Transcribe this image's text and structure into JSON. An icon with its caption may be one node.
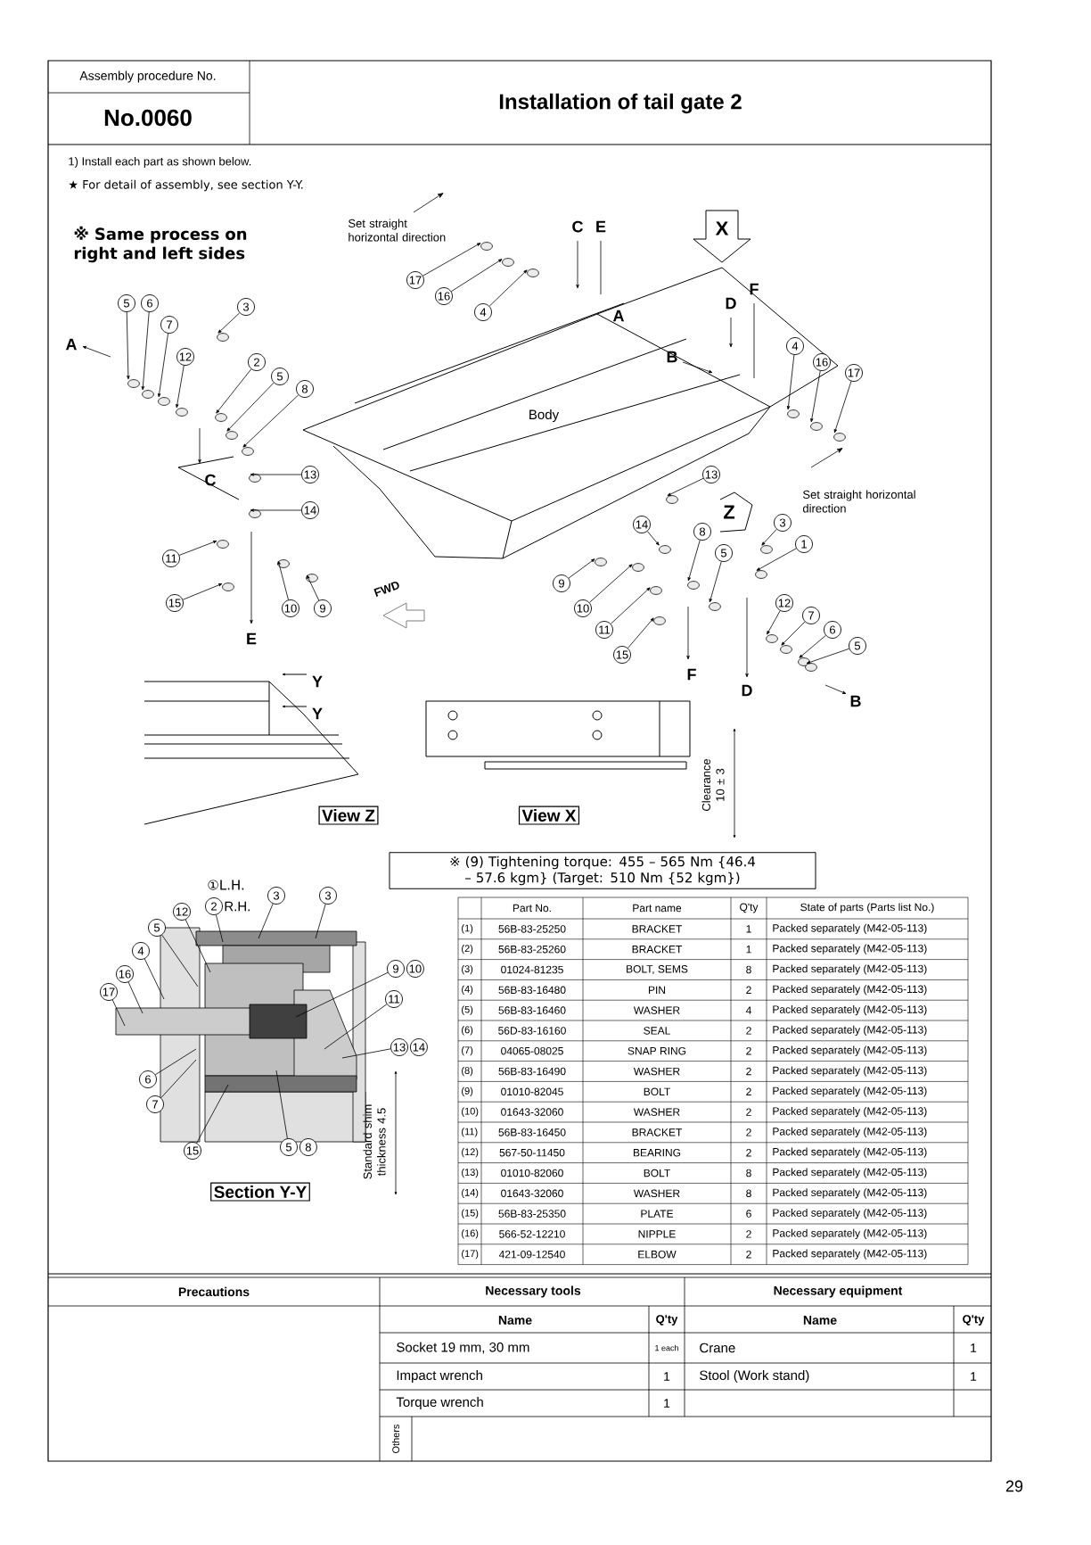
{
  "diagram": {
    "title": "Installation of tail gate 2",
    "nodes": [
      {
        "text": [
          "View Z"
        ]
      },
      {
        "text": [
          "View X"
        ]
      },
      {
        "text": [
          "※ (9) Tightening torque: 455 – 565 Nm {46.4 – 57.6 kgm} (Target: 510 Nm {52 kgm})"
        ]
      },
      {
        "text": [
          "Section Y-Y"
        ]
      },
      {
        "text": [
          "17"
        ]
      },
      {
        "text": [
          "16"
        ]
      },
      {
        "text": [
          "4"
        ]
      },
      {
        "text": [
          "5"
        ]
      },
      {
        "text": [
          "6"
        ]
      },
      {
        "text": [
          "7"
        ]
      },
      {
        "text": [
          "3"
        ]
      },
      {
        "text": [
          "12"
        ]
      },
      {
        "text": [
          "2"
        ]
      },
      {
        "text": [
          "5"
        ]
      },
      {
        "text": [
          "8"
        ]
      },
      {
        "text": [
          "13"
        ]
      },
      {
        "text": [
          "14"
        ]
      },
      {
        "text": [
          "11"
        ]
      },
      {
        "text": [
          "10"
        ]
      },
      {
        "text": [
          "9"
        ]
      },
      {
        "text": [
          "15"
        ]
      },
      {
        "text": [
          "4"
        ]
      },
      {
        "text": [
          "16"
        ]
      },
      {
        "text": [
          "17"
        ]
      },
      {
        "text": [
          "13"
        ]
      },
      {
        "text": [
          "14"
        ]
      },
      {
        "text": [
          "3"
        ]
      },
      {
        "text": [
          "8"
        ]
      },
      {
        "text": [
          "1"
        ]
      },
      {
        "text": [
          "5"
        ]
      },
      {
        "text": [
          "9"
        ]
      },
      {
        "text": [
          "10"
        ]
      },
      {
        "text": [
          "11"
        ]
      },
      {
        "text": [
          "12"
        ]
      },
      {
        "text": [
          "7"
        ]
      },
      {
        "text": [
          "15"
        ]
      },
      {
        "text": [
          "6"
        ]
      },
      {
        "text": [
          "5"
        ]
      },
      {
        "text": [
          "2"
        ],
        "beside": [
          "R.H."
        ]
      },
      {
        "text": [
          "3"
        ]
      },
      {
        "text": [
          "3"
        ]
      },
      {
        "text": [
          "12"
        ]
      },
      {
        "text": [
          "5"
        ]
      },
      {
        "text": [
          "4"
        ]
      },
      {
        "text": [
          "9"
        ],
        "beside": [
          "10"
        ]
      },
      {
        "text": [
          "16"
        ]
      },
      {
        "text": [
          "17"
        ]
      },
      {
        "text": [
          "11"
        ]
      },
      {
        "text": [
          "13"
        ],
        "beside": [
          "14"
        ]
      },
      {
        "text": [
          "6"
        ]
      },
      {
        "text": [
          "7"
        ]
      },
      {
        "text": [
          "15"
        ]
      },
      {
        "text": [
          "5"
        ],
        "beside": [
          "8"
        ]
      }
    ],
    "edges": [
      {
        "from": 4,
        "to": null,
        "arrow": "to"
      },
      {
        "from": 5,
        "to": null,
        "arrow": "to"
      },
      {
        "from": 6,
        "to": null,
        "arrow": "to"
      },
      {
        "from": 7,
        "to": null,
        "arrow": "to"
      },
      {
        "from": 8,
        "to": null,
        "arrow": "to"
      },
      {
        "from": 9,
        "to": null,
        "arrow": "to"
      },
      {
        "from": 10,
        "to": null,
        "arrow": "to"
      },
      {
        "from": 11,
        "to": null,
        "arrow": "to"
      },
      {
        "from": 12,
        "to": null,
        "arrow": "to"
      },
      {
        "from": 13,
        "to": null,
        "arrow": "to"
      },
      {
        "from": 14,
        "to": null,
        "arrow": "to"
      },
      {
        "from": 15,
        "to": null,
        "arrow": "to"
      },
      {
        "from": 16,
        "to": null,
        "arrow": "to"
      },
      {
        "from": 17,
        "to": null,
        "arrow": "to"
      },
      {
        "from": 18,
        "to": null,
        "arrow": "to"
      },
      {
        "from": 19,
        "to": null,
        "arrow": "to"
      },
      {
        "from": 20,
        "to": null,
        "arrow": "to"
      },
      {
        "from": 21,
        "to": null,
        "arrow": "to"
      },
      {
        "from": 22,
        "to": null,
        "arrow": "to"
      },
      {
        "from": 23,
        "to": null,
        "arrow": "to"
      },
      {
        "from": 24,
        "to": null,
        "arrow": "to"
      },
      {
        "from": 25,
        "to": null,
        "arrow": "to"
      },
      {
        "from": 26,
        "to": null,
        "arrow": "to"
      },
      {
        "from": 27,
        "to": null,
        "arrow": "to"
      },
      {
        "from": 28,
        "to": null,
        "arrow": "to"
      },
      {
        "from": 29,
        "to": null,
        "arrow": "to"
      },
      {
        "from": 30,
        "to": null,
        "arrow": "to"
      },
      {
        "from": 31,
        "to": null,
        "arrow": "to"
      },
      {
        "from": 32,
        "to": null,
        "arrow": "to"
      },
      {
        "from": 33,
        "to": null,
        "arrow": "to"
      },
      {
        "from": 34,
        "to": null,
        "arrow": "to"
      },
      {
        "from": 35,
        "to": null,
        "arrow": "to"
      },
      {
        "from": 36,
        "to": null,
        "arrow": "to"
      },
      {
        "from": 37,
        "to": null,
        "arrow": "to"
      },
      {
        "from": 38,
        "to": null,
        "arrow": "none"
      },
      {
        "from": 39,
        "to": null,
        "arrow": "none"
      },
      {
        "from": 40,
        "to": null,
        "arrow": "none"
      },
      {
        "from": 41,
        "to": null,
        "arrow": "none"
      },
      {
        "from": 42,
        "to": null,
        "arrow": "none"
      },
      {
        "from": 43,
        "to": null,
        "arrow": "none"
      },
      {
        "from": 44,
        "to": null,
        "arrow": "none"
      },
      {
        "from": 45,
        "to": null,
        "arrow": "none"
      },
      {
        "from": 46,
        "to": null,
        "arrow": "none"
      },
      {
        "from": 47,
        "to": null,
        "arrow": "none"
      },
      {
        "from": 48,
        "to": null,
        "arrow": "none"
      },
      {
        "from": 49,
        "to": null,
        "arrow": "none"
      },
      {
        "from": 50,
        "to": null,
        "arrow": "none"
      },
      {
        "from": 51,
        "to": null,
        "arrow": "none"
      },
      {
        "from": 52,
        "to": null,
        "arrow": "none"
      }
    ],
    "labels": [
      "Assembly procedure No.",
      "No.0060",
      "1) Install each part as shown below.",
      "★ For detail of assembly, see section Y-Y.",
      "※ Same process on right and left sides",
      "Set straight horizontal direction",
      "C",
      "E",
      "X",
      "F",
      "D",
      "A",
      "A",
      "B",
      "Body",
      "C",
      "Set straight horizontal direction",
      "Z",
      "FWD",
      "E",
      "F",
      "D",
      "B",
      "Y",
      "Y",
      "Clearance 10 ± 3",
      "①L.H.",
      "Standard shim thickness 4.5",
      "Part No.",
      "Part name",
      "Q'ty",
      "State of parts (Parts list No.)",
      "(1)",
      "56B-83-25250",
      "BRACKET",
      "1",
      "Packed separately (M42-05-113)",
      "(2)",
      "56B-83-25260",
      "BRACKET",
      "1",
      "Packed separately (M42-05-113)",
      "(3)",
      "01024-81235",
      "BOLT, SEMS",
      "8",
      "Packed separately (M42-05-113)",
      "(4)",
      "56B-83-16480",
      "PIN",
      "2",
      "Packed separately (M42-05-113)",
      "(5)",
      "56B-83-16460",
      "WASHER",
      "4",
      "Packed separately (M42-05-113)",
      "(6)",
      "56D-83-16160",
      "SEAL",
      "2",
      "Packed separately (M42-05-113)",
      "(7)",
      "04065-08025",
      "SNAP RING",
      "2",
      "Packed separately (M42-05-113)",
      "(8)",
      "56B-83-16490",
      "WASHER",
      "2",
      "Packed separately (M42-05-113)",
      "(9)",
      "01010-82045",
      "BOLT",
      "2",
      "Packed separately (M42-05-113)",
      "(10)",
      "01643-32060",
      "WASHER",
      "2",
      "Packed separately (M42-05-113)",
      "(11)",
      "56B-83-16450",
      "BRACKET",
      "2",
      "Packed separately (M42-05-113)",
      "(12)",
      "567-50-11450",
      "BEARING",
      "2",
      "Packed separately (M42-05-113)",
      "(13)",
      "01010-82060",
      "BOLT",
      "8",
      "Packed separately (M42-05-113)",
      "(14)",
      "01643-32060",
      "WASHER",
      "8",
      "Packed separately (M42-05-113)",
      "(15)",
      "56B-83-25350",
      "PLATE",
      "6",
      "Packed separately (M42-05-113)",
      "(16)",
      "566-52-12210",
      "NIPPLE",
      "2",
      "Packed separately (M42-05-113)",
      "(17)",
      "421-09-12540",
      "ELBOW",
      "2",
      "Packed separately (M42-05-113)",
      "Precautions",
      "Necessary tools",
      "Necessary equipment",
      "Name",
      "Q'ty",
      "Name",
      "Q'ty",
      "Socket 19 mm, 30 mm",
      "1 each",
      "Crane",
      "1",
      "Impact wrench",
      "1",
      "Stool (Work stand)",
      "1",
      "Torque wrench",
      "1",
      "Others",
      "29"
    ]
  }
}
